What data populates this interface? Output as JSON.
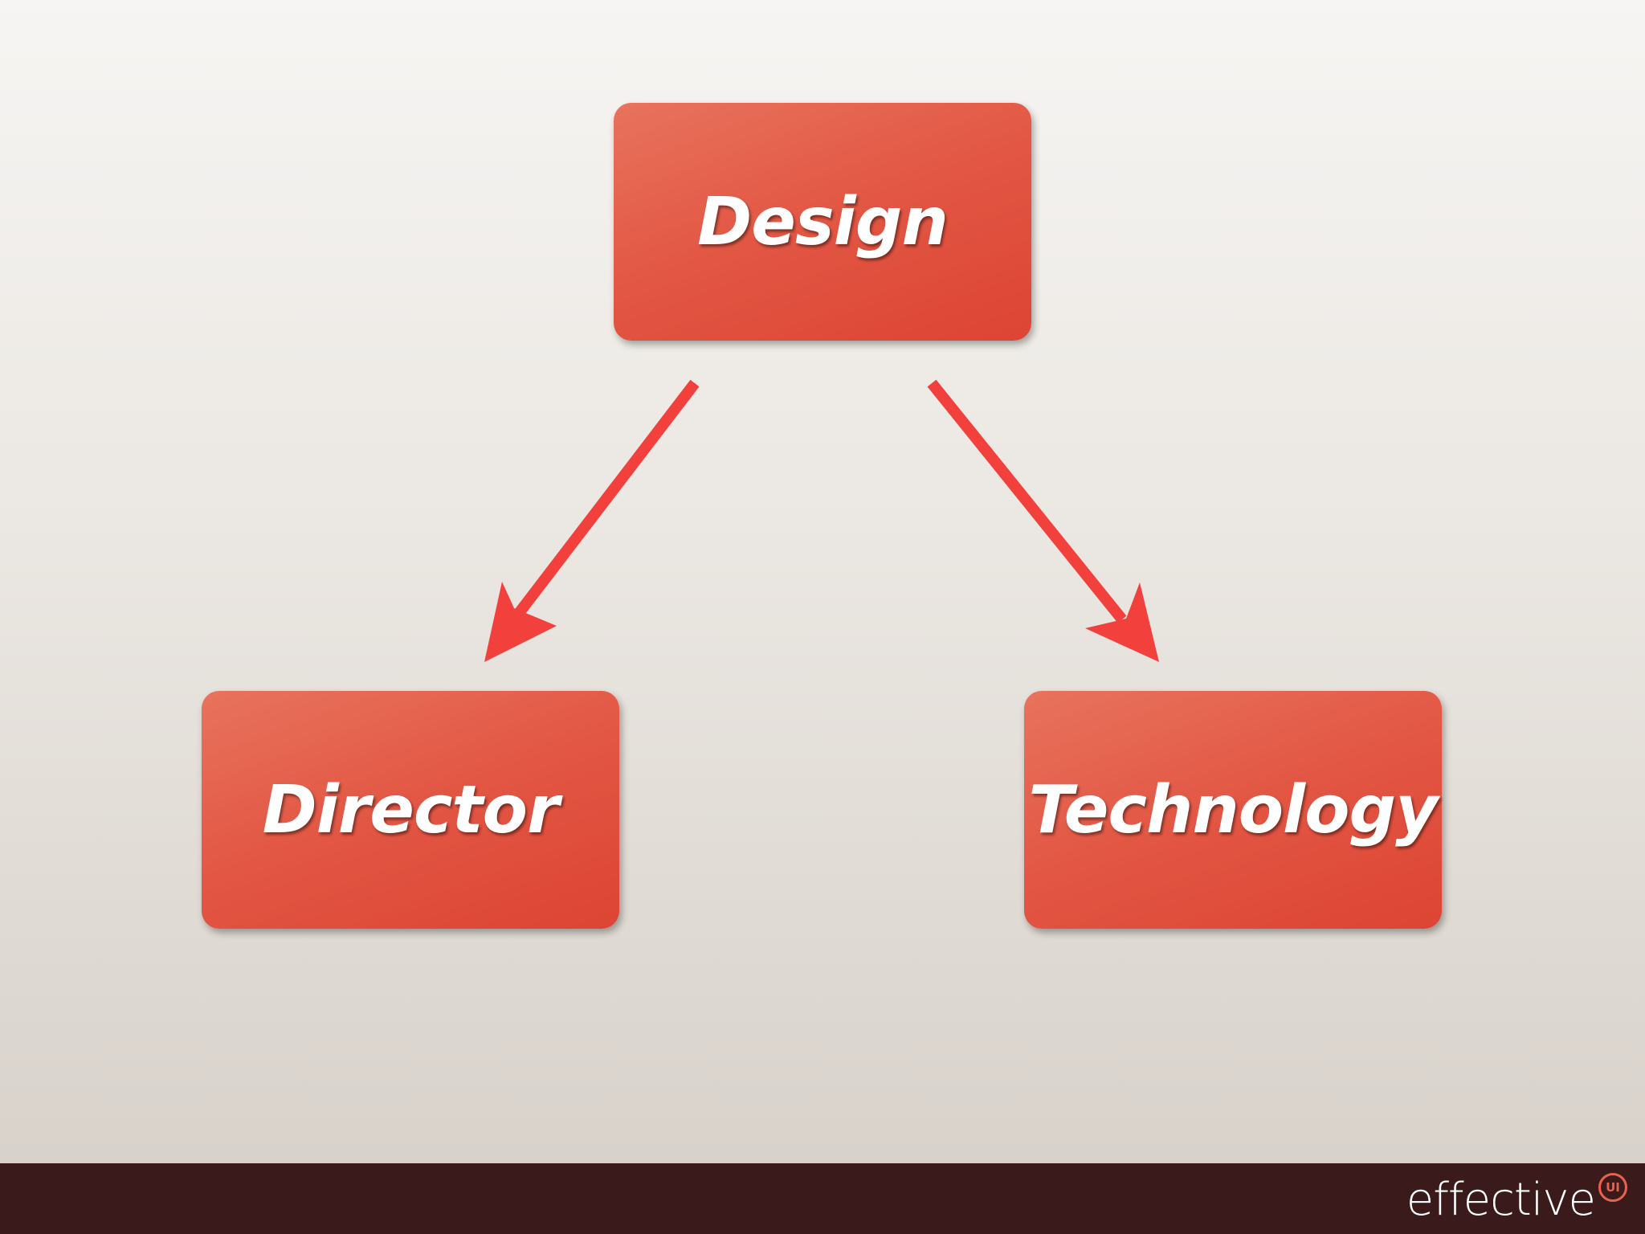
{
  "diagram": {
    "nodes": [
      {
        "id": "design",
        "label": "Design"
      },
      {
        "id": "director",
        "label": "Director"
      },
      {
        "id": "technology",
        "label": "Technology"
      }
    ],
    "edges": [
      {
        "from": "design",
        "to": "director"
      },
      {
        "from": "design",
        "to": "technology"
      }
    ],
    "colors": {
      "box": "#e25643",
      "arrow": "#f2413d",
      "background": "#f0eeeb",
      "footer": "#3a1a1b"
    }
  },
  "footer": {
    "logo_text": "effective",
    "logo_badge": "UI"
  }
}
